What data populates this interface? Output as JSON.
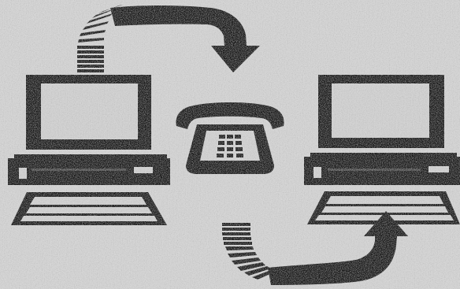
{
  "figure": {
    "kind": "modem communication illustration",
    "elements": [
      "left-computer",
      "telephone",
      "right-computer",
      "top-arrow",
      "bottom-arrow"
    ],
    "colors": {
      "ink": "#0a0a0a",
      "paper": "#d2d2d2",
      "screen": "#cfcfcf",
      "grain_light": "#f2f2f2",
      "grain_dark": "#6e6e6e"
    }
  }
}
